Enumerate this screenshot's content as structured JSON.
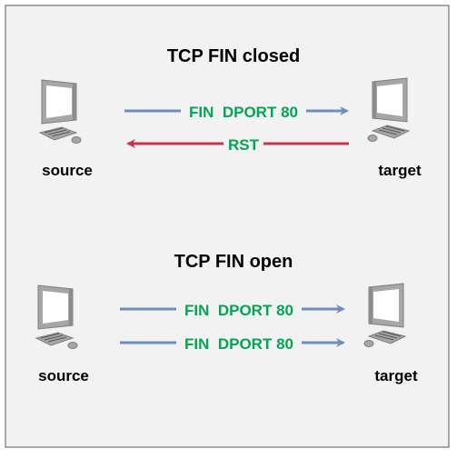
{
  "colors": {
    "panel_fill": "#f2f2f2",
    "panel_border": "#555555",
    "request_arrow": "#6c8ebf",
    "reply_arrow": "#c8334b",
    "label_green": "#00a651",
    "computer_body": "#a6a6a6",
    "computer_screen": "#ffffff"
  },
  "closed_section": {
    "title": "TCP FIN closed",
    "source_label": "source",
    "target_label": "target",
    "request_label": "FIN  DPORT 80",
    "reply_label": "RST"
  },
  "open_section": {
    "title": "TCP FIN open",
    "source_label": "source",
    "target_label": "target",
    "request1_label": "FIN  DPORT 80",
    "request2_label": "FIN  DPORT 80"
  },
  "icons": [
    "computer-icon"
  ]
}
